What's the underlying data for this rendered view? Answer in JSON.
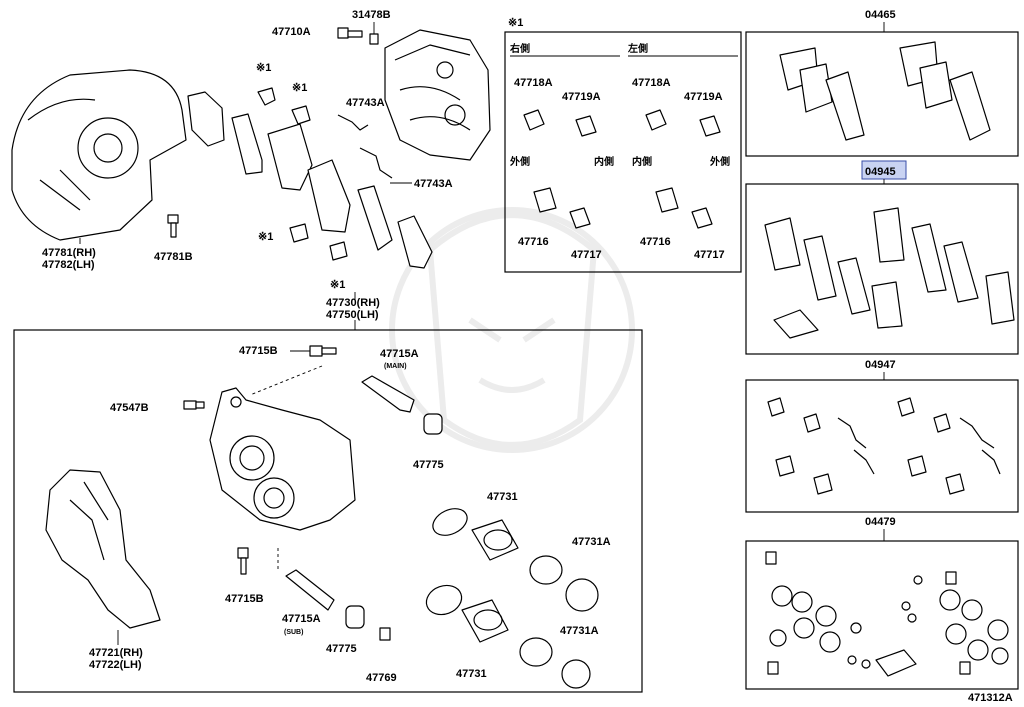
{
  "labels": {
    "p31478b": "31478B",
    "p47710a": "47710A",
    "p47743a_1": "47743A",
    "p47743a_2": "47743A",
    "p47781": "47781(RH)",
    "p47782": "47782(LH)",
    "p47781b": "47781B",
    "p47730": "47730(RH)",
    "p47750": "47750(LH)",
    "p47715b_1": "47715B",
    "p47715a_main": "47715A",
    "main_tag": "(MAIN)",
    "p47547b": "47547B",
    "p47775_1": "47775",
    "p47731_1": "47731",
    "p47731a_1": "47731A",
    "p47721": "47721(RH)",
    "p47722": "47722(LH)",
    "p47715b_2": "47715B",
    "p47715a_sub": "47715A",
    "sub_tag": "(SUB)",
    "p47775_2": "47775",
    "p47769": "47769",
    "p47731_2": "47731",
    "p47731a_2": "47731A",
    "note_mark": "※1",
    "note_1": "※1",
    "note_2": "※1",
    "note_3": "※1",
    "note_4": "※1",
    "right_side": "右側",
    "left_side": "左側",
    "p47718a_r": "47718A",
    "p47719a_r": "47719A",
    "p47718a_l": "47718A",
    "p47719a_l": "47719A",
    "outer_r": "外側",
    "inner_r": "内側",
    "inner_l": "内側",
    "outer_l": "外側",
    "p47716_r": "47716",
    "p47717_r": "47717",
    "p47716_l": "47716",
    "p47717_l": "47717",
    "kit_04465": "04465",
    "kit_04945": "04945",
    "kit_04947": "04947",
    "kit_04479": "04479",
    "diagram_code": "471312A"
  },
  "colors": {
    "line": "#000000",
    "highlight_fill": "#c9d3f2",
    "highlight_border": "#3a4fa8",
    "background": "#ffffff"
  }
}
